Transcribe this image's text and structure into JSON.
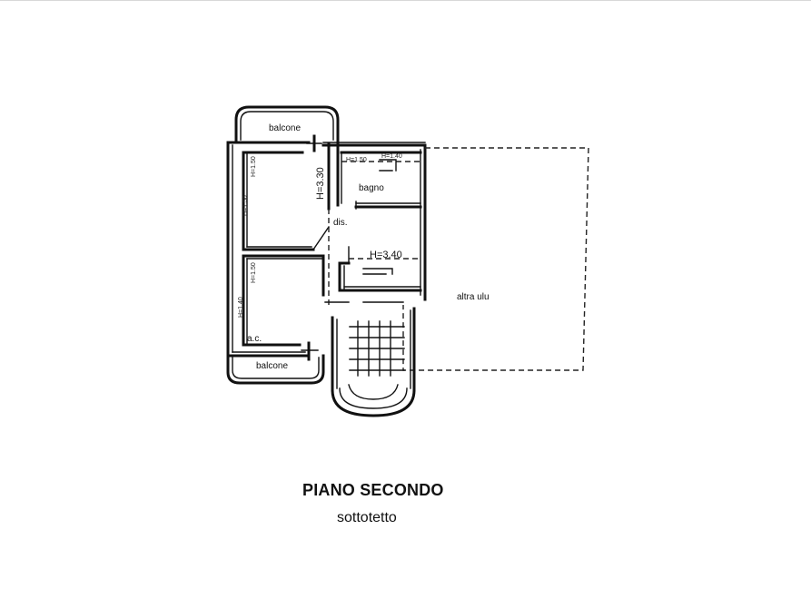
{
  "plan": {
    "title": "PIANO SECONDO",
    "subtitle": "sottotetto",
    "rooms": {
      "balcony_top": "balcone",
      "balcony_bottom": "balcone",
      "bathroom": "bagno",
      "hallway": "dis.",
      "other_unit": "altra ulu",
      "room_lower": "a.c."
    },
    "heights": {
      "h_330": "H=3.30",
      "h_340": "H=3.40",
      "h_150_a": "H=1.50",
      "h_150_b": "H=1.50",
      "h_150_c": "H=1.50",
      "h_140": "H=1.40",
      "h_150_d": "H=1.50",
      "h_140_b": "H=1.40"
    }
  }
}
